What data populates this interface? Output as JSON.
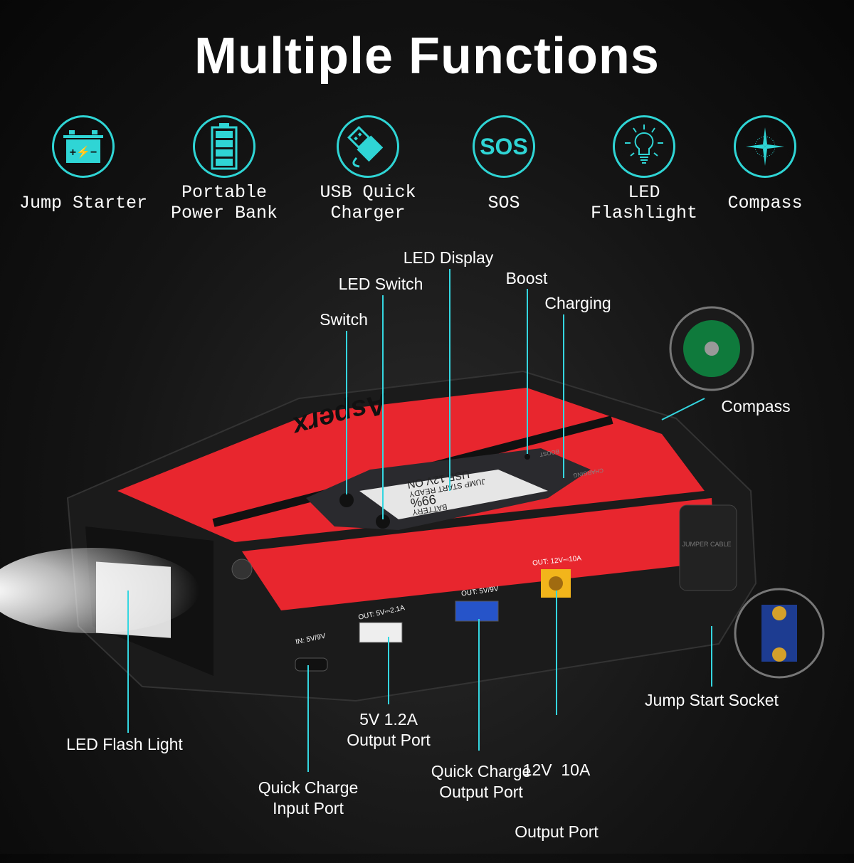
{
  "title": "Multiple Functions",
  "features": [
    {
      "icon": "car-battery-icon",
      "label": "Jump Starter"
    },
    {
      "icon": "battery-icon",
      "label": "Portable Power Bank"
    },
    {
      "icon": "usb-plug-icon",
      "label": "USB Quick Charger"
    },
    {
      "icon": "sos-icon",
      "label": "SOS"
    },
    {
      "icon": "light-bulb-icon",
      "label": "LED Flashlight"
    },
    {
      "icon": "compass-rose-icon",
      "label": "Compass"
    }
  ],
  "icon_text": {
    "sos": "SOS"
  },
  "callouts": {
    "led_display": "LED Display",
    "led_switch": "LED Switch",
    "switch": "Switch",
    "boost": "Boost",
    "charging": "Charging",
    "compass": "Compass",
    "jump_start_socket": "Jump Start Socket",
    "led_flash_light": "LED Flash Light",
    "qc_input": [
      "Quick Charge",
      "Input Port"
    ],
    "usb_5v": [
      "5V 1.2A",
      "Output Port"
    ],
    "qc_output": [
      "Quick Charge",
      "Output Port"
    ],
    "out_12v": [
      "12V  10A",
      "Output Port"
    ]
  },
  "device": {
    "brand": "Asperx",
    "lcd": {
      "line1": "BATTERY",
      "percent": "99%",
      "line2": "JUMP START READY",
      "line3": "USB 12V ON"
    },
    "boost_label": "BOOST",
    "charging_label": "CHARGING",
    "ports": {
      "in": "IN: 5V/9V",
      "usb1": "OUT: 5V⎓2.1A",
      "usb2": "OUT: 5V/9V",
      "dc": "OUT: 12V⎓10A"
    },
    "jumper_cover": "JUMPER CABLE"
  },
  "colors": {
    "accent": "#2fd5d5",
    "device_red": "#e8262e",
    "device_black": "#1b1b1b"
  }
}
